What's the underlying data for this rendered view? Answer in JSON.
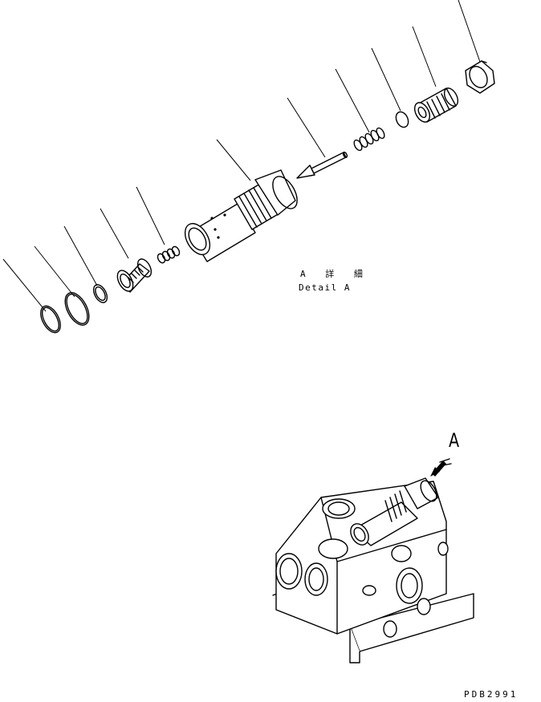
{
  "detail": {
    "title": "A 詳 細",
    "subtitle": "Detail A"
  },
  "view": {
    "arrow_label": "A"
  },
  "drawing_number": "PDB2991",
  "parts": [
    {
      "name": "o-ring-large"
    },
    {
      "name": "o-ring"
    },
    {
      "name": "backup-ring"
    },
    {
      "name": "piston"
    },
    {
      "name": "spring"
    },
    {
      "name": "sleeve"
    },
    {
      "name": "poppet"
    },
    {
      "name": "spring-small"
    },
    {
      "name": "ball"
    },
    {
      "name": "plug"
    },
    {
      "name": "nut"
    }
  ]
}
